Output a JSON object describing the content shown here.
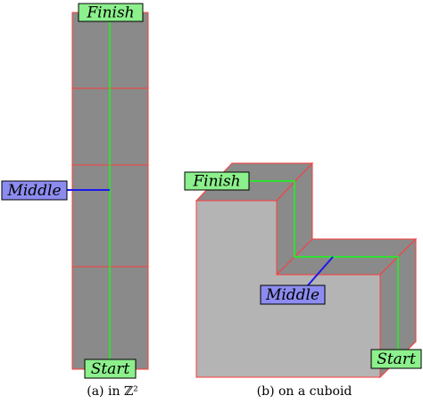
{
  "left_panel": {
    "labels": {
      "finish": "Finish",
      "middle": "Middle",
      "start": "Start"
    },
    "caption": "(a)  in ℤ²"
  },
  "right_panel": {
    "labels": {
      "finish": "Finish",
      "middle": "Middle",
      "start": "Start"
    },
    "caption": "(b)  on a cuboid"
  },
  "colors": {
    "face_dark": "#8a8a8a",
    "face_light": "#b4b4b4",
    "edge": "#ff3b3b",
    "path": "#33dd33",
    "middle_line": "#1a1aee",
    "label_green": "#8cf08c",
    "label_blue": "#8c8cf0"
  }
}
